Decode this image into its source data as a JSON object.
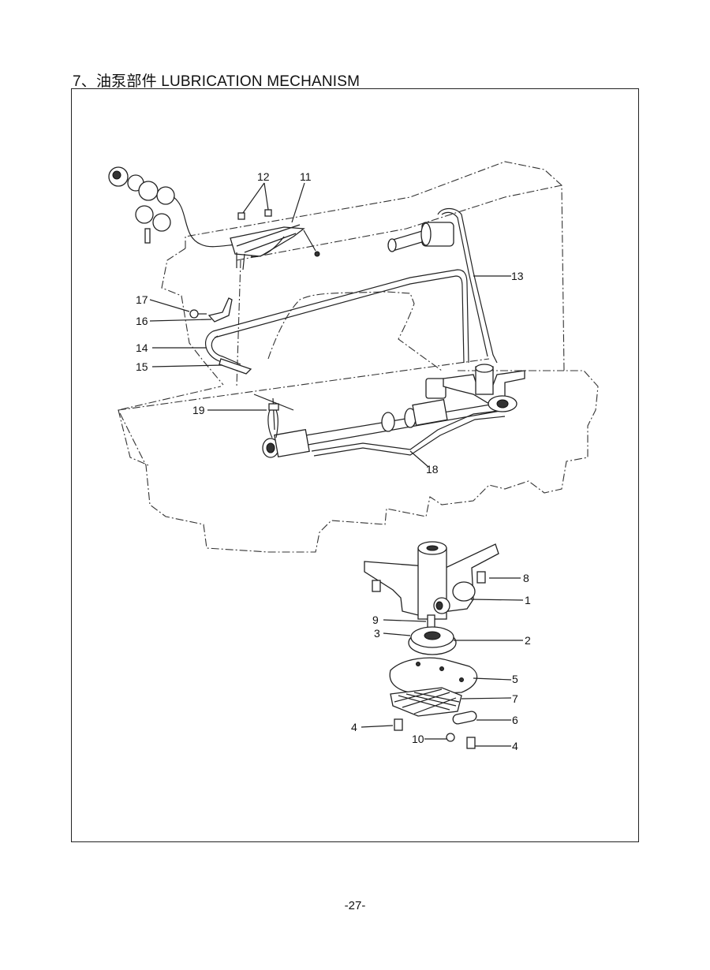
{
  "page": {
    "title": "7、油泵部件 LUBRICATION MECHANISM",
    "page_number": "-27-"
  },
  "callouts": {
    "c1": "1",
    "c2": "2",
    "c3": "3",
    "c4a": "4",
    "c4b": "4",
    "c5": "5",
    "c6": "6",
    "c7": "7",
    "c8": "8",
    "c9": "9",
    "c10": "10",
    "c11": "11",
    "c12": "12",
    "c13": "13",
    "c14": "14",
    "c15": "15",
    "c16": "16",
    "c17": "17",
    "c18": "18",
    "c19": "19"
  }
}
